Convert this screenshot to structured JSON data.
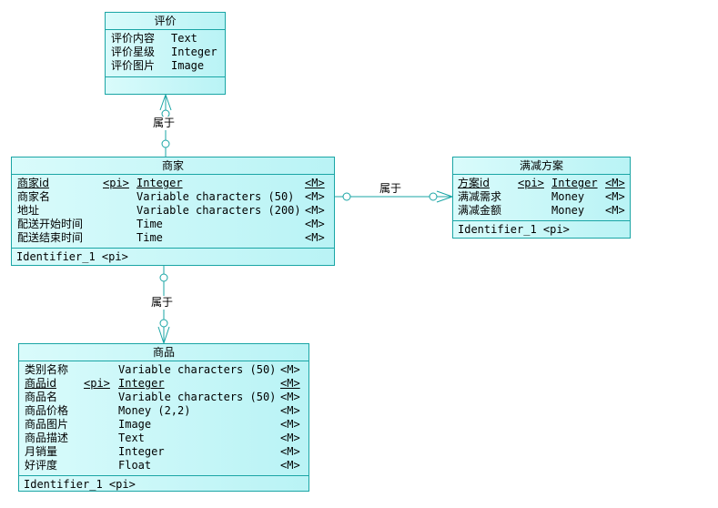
{
  "entities": {
    "review": {
      "title": "评价",
      "attrs": [
        {
          "name": "评价内容",
          "type": "Text"
        },
        {
          "name": "评价星级",
          "type": "Integer"
        },
        {
          "name": "评价图片",
          "type": "Image"
        }
      ]
    },
    "merchant": {
      "title": "商家",
      "attrs": [
        {
          "name": "商家id",
          "pi": "<pi>",
          "type": "Integer",
          "m": "<M>"
        },
        {
          "name": "商家名",
          "pi": "",
          "type": "Variable characters (50)",
          "m": "<M>"
        },
        {
          "name": "地址",
          "pi": "",
          "type": "Variable characters (200)",
          "m": "<M>"
        },
        {
          "name": "配送开始时间",
          "pi": "",
          "type": "Time",
          "m": "<M>"
        },
        {
          "name": "配送结束时间",
          "pi": "",
          "type": "Time",
          "m": "<M>"
        }
      ],
      "identifier": "Identifier_1  <pi>"
    },
    "discount": {
      "title": "满减方案",
      "attrs": [
        {
          "name": "方案id",
          "pi": "<pi>",
          "type": "Integer",
          "m": "<M>"
        },
        {
          "name": "满减需求",
          "pi": "",
          "type": "Money",
          "m": "<M>"
        },
        {
          "name": "满减金额",
          "pi": "",
          "type": "Money",
          "m": "<M>"
        }
      ],
      "identifier": "Identifier_1  <pi>"
    },
    "product": {
      "title": "商品",
      "attrs": [
        {
          "name": "类别名称",
          "pi": "",
          "type": "Variable characters (50)",
          "m": "<M>"
        },
        {
          "name": "商品id",
          "pi": "<pi>",
          "type": "Integer",
          "m": "<M>"
        },
        {
          "name": "商品名",
          "pi": "",
          "type": "Variable characters (50)",
          "m": "<M>"
        },
        {
          "name": "商品价格",
          "pi": "",
          "type": "Money (2,2)",
          "m": "<M>"
        },
        {
          "name": "商品图片",
          "pi": "",
          "type": "Image",
          "m": "<M>"
        },
        {
          "name": "商品描述",
          "pi": "",
          "type": "Text",
          "m": "<M>"
        },
        {
          "name": "月销量",
          "pi": "",
          "type": "Integer",
          "m": "<M>"
        },
        {
          "name": "好评度",
          "pi": "",
          "type": "Float",
          "m": "<M>"
        }
      ],
      "identifier": "Identifier_1  <pi>"
    }
  },
  "relationships": {
    "review_merchant": "属于",
    "merchant_discount": "属于",
    "merchant_product": "属于"
  },
  "colors": {
    "border": "#1aa5a5",
    "fill_light": "#d9fbfb",
    "fill_dark": "#b9f3f5"
  }
}
